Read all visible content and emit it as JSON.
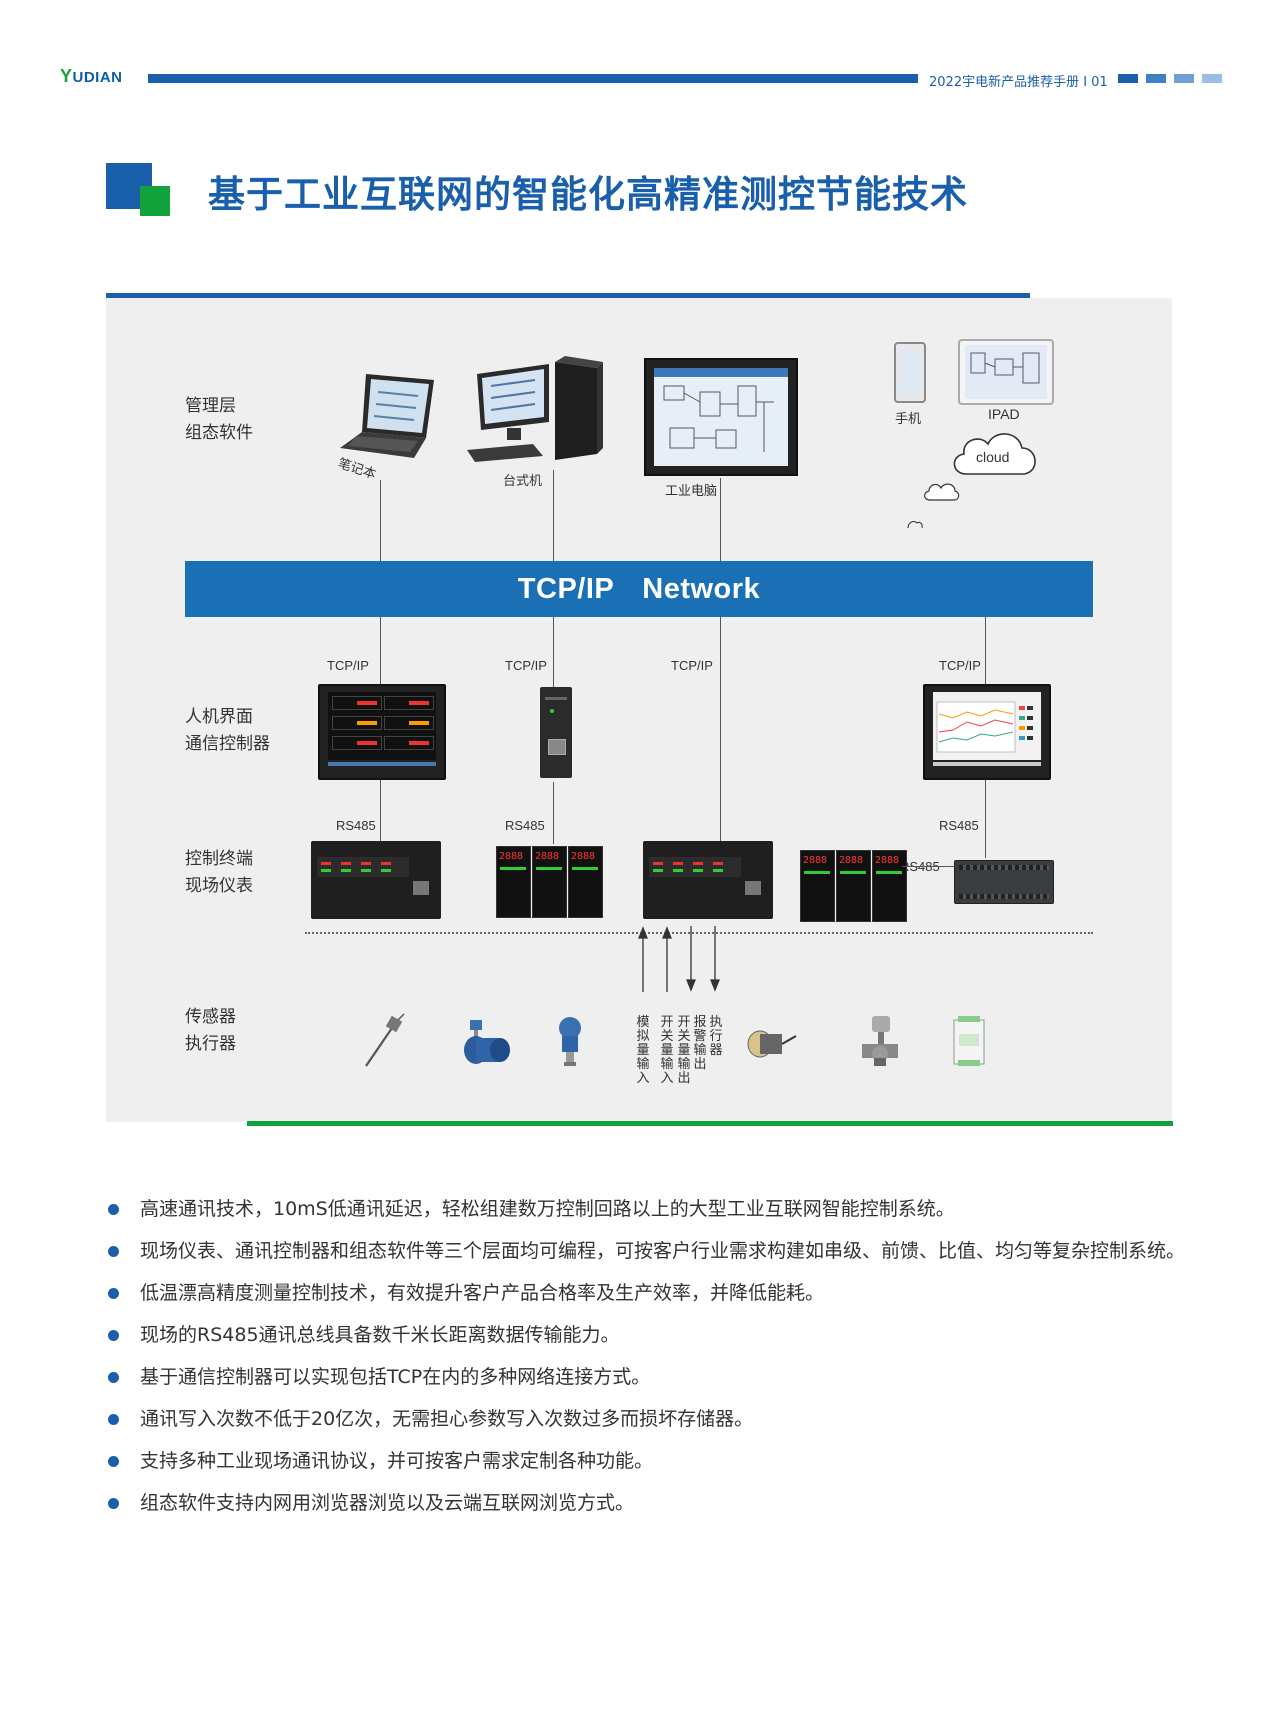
{
  "header": {
    "logo_text": "UDIAN",
    "logo_mark": "Y",
    "doc_tag": "2022宇电新产品推荐手册 I 01",
    "colors": {
      "blue": "#1a5fac",
      "green": "#12a23c"
    }
  },
  "title": "基于工业互联网的智能化高精准测控节能技术",
  "diagram": {
    "layers": {
      "management": [
        "管理层",
        "组态软件"
      ],
      "hmi": [
        "人机界面",
        "通信控制器"
      ],
      "terminal": [
        "控制终端",
        "现场仪表"
      ],
      "sensor": [
        "传感器",
        "执行器"
      ]
    },
    "devices": {
      "laptop": "笔记本",
      "desktop": "台式机",
      "industrial_pc": "工业电脑",
      "phone": "手机",
      "ipad": "IPAD",
      "cloud": "cloud"
    },
    "network_left": "TCP/IP",
    "network_right": "Network",
    "tcp_labels": [
      "TCP/IP",
      "TCP/IP",
      "TCP/IP",
      "TCP/IP"
    ],
    "rs485_labels": [
      "RS485",
      "RS485",
      "RS485",
      "RS485"
    ],
    "io_labels": [
      "模拟量输入",
      "开关量输入",
      "开关量输出",
      "报警输出",
      "执行器"
    ],
    "meter_readings": [
      "2888",
      "2888",
      "2888"
    ]
  },
  "bullets": [
    "高速通讯技术，10mS低通讯延迟，轻松组建数万控制回路以上的大型工业互联网智能控制系统。",
    "现场仪表、通讯控制器和组态软件等三个层面均可编程，可按客户行业需求构建如串级、前馈、比值、均匀等复杂控制系统。",
    "低温漂高精度测量控制技术，有效提升客户产品合格率及生产效率，并降低能耗。",
    "现场的RS485通讯总线具备数千米长距离数据传输能力。",
    "基于通信控制器可以实现包括TCP在内的多种网络连接方式。",
    "通讯写入次数不低于20亿次，无需担心参数写入次数过多而损坏存储器。",
    "支持多种工业现场通讯协议，并可按客户需求定制各种功能。",
    "组态软件支持内网用浏览器浏览以及云端互联网浏览方式。"
  ]
}
